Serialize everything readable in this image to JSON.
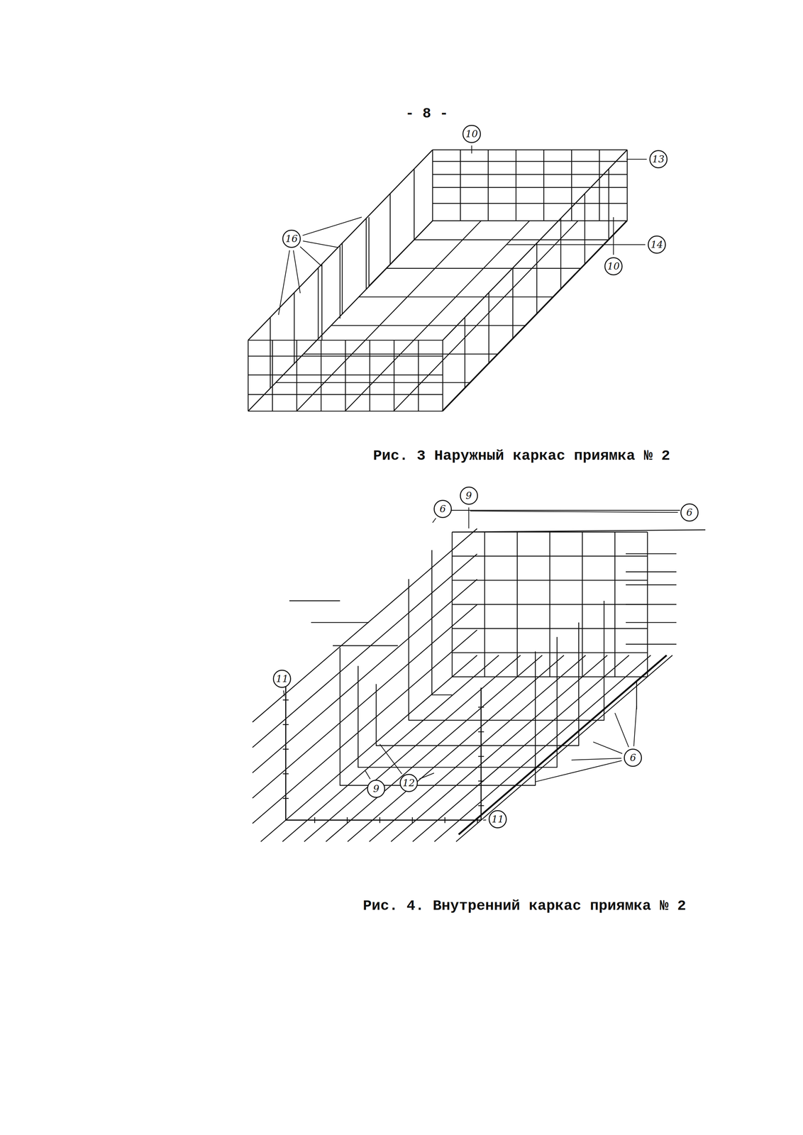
{
  "diagram": {
    "nodes": [
      {
        "text": [
          "10"
        ]
      },
      {
        "text": [
          "13"
        ]
      },
      {
        "text": [
          "16"
        ]
      },
      {
        "text": [
          "14"
        ]
      },
      {
        "text": [
          "10"
        ]
      },
      {
        "text": [
          "9"
        ]
      },
      {
        "text": [
          "6"
        ]
      },
      {
        "text": [
          "6"
        ]
      },
      {
        "text": [
          "11"
        ]
      },
      {
        "text": [
          "6"
        ]
      },
      {
        "text": [
          "9"
        ]
      },
      {
        "text": [
          "12"
        ]
      },
      {
        "text": [
          "11"
        ]
      }
    ],
    "labels": [
      "- 8 -",
      "Рис. 3 Наружный каркас приямка № 2",
      "Рис. 4. Внутренний каркас приямка № 2"
    ]
  }
}
